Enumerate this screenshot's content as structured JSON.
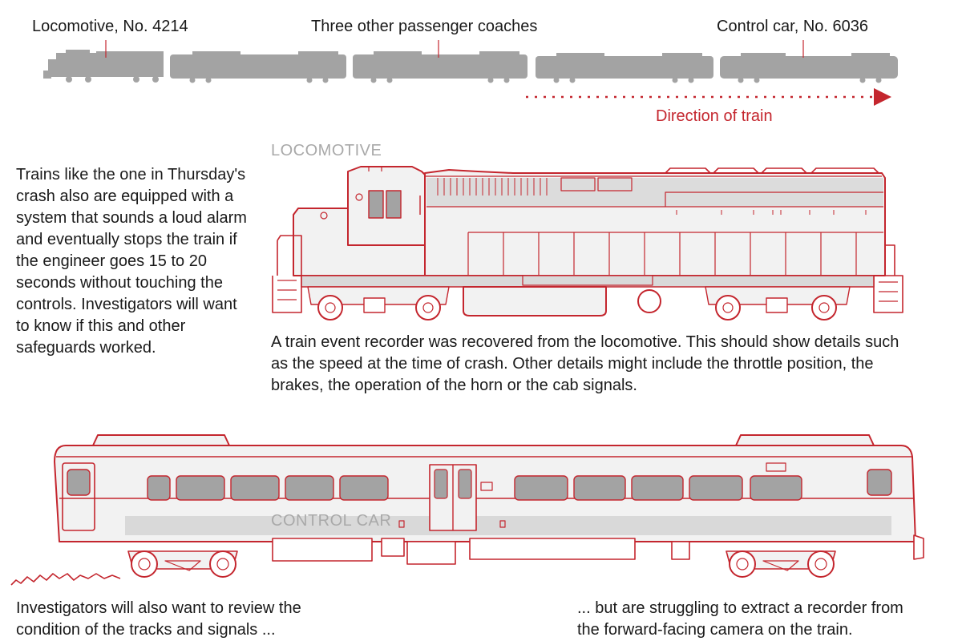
{
  "top": {
    "label_locomotive": "Locomotive, No. 4214",
    "label_coaches": "Three other passenger coaches",
    "label_control_car": "Control car, No. 6036",
    "direction": "Direction of train"
  },
  "locomotive": {
    "heading": "LOCOMOTIVE",
    "caption": "A train event recorder was recovered from the locomotive. This should show details such as the speed at the time of crash. Other details might include the throttle position, the brakes, the operation of the horn or the cab signals."
  },
  "left_note": "Trains like the one in Thursday's crash also are equipped with a system that sounds a loud alarm and eventually stops the train if the engineer goes 15 to 20 seconds without touching the controls. Investigators will want to know if this and other safeguards worked.",
  "control_car": {
    "heading": "CONTROL CAR"
  },
  "bottom": {
    "left": "Investigators will also want to review the condition of the tracks and signals ...",
    "right": "... but are struggling to extract a recorder from the forward-facing camera on the train."
  },
  "colors": {
    "accent": "#c4262e",
    "silhouette": "#a3a3a3",
    "body_fill": "#f2f2f2",
    "band": "#d9d9d9"
  }
}
